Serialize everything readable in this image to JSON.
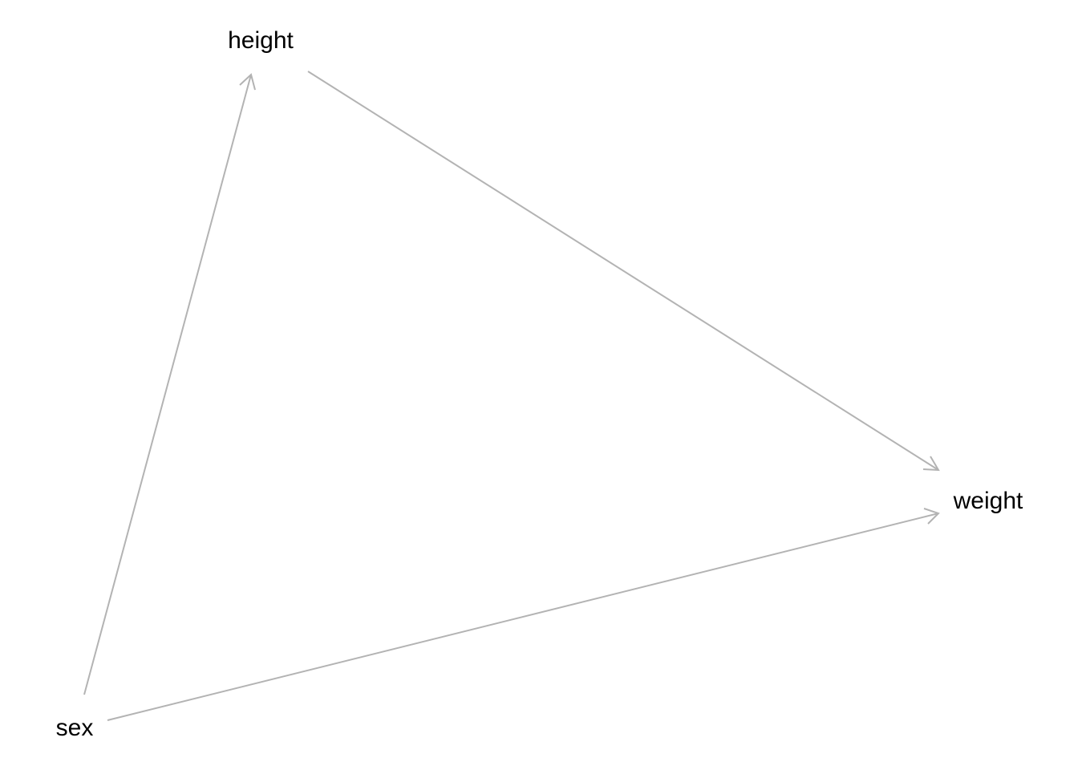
{
  "diagram": {
    "nodes": [
      {
        "id": "height",
        "label": "height"
      },
      {
        "id": "weight",
        "label": "weight"
      },
      {
        "id": "sex",
        "label": "sex"
      }
    ],
    "edges": [
      {
        "from": "sex",
        "to": "height"
      },
      {
        "from": "height",
        "to": "weight"
      },
      {
        "from": "sex",
        "to": "weight"
      }
    ],
    "edge_color": "#b3b3b3",
    "label_color": "#000000",
    "background": "#ffffff"
  }
}
